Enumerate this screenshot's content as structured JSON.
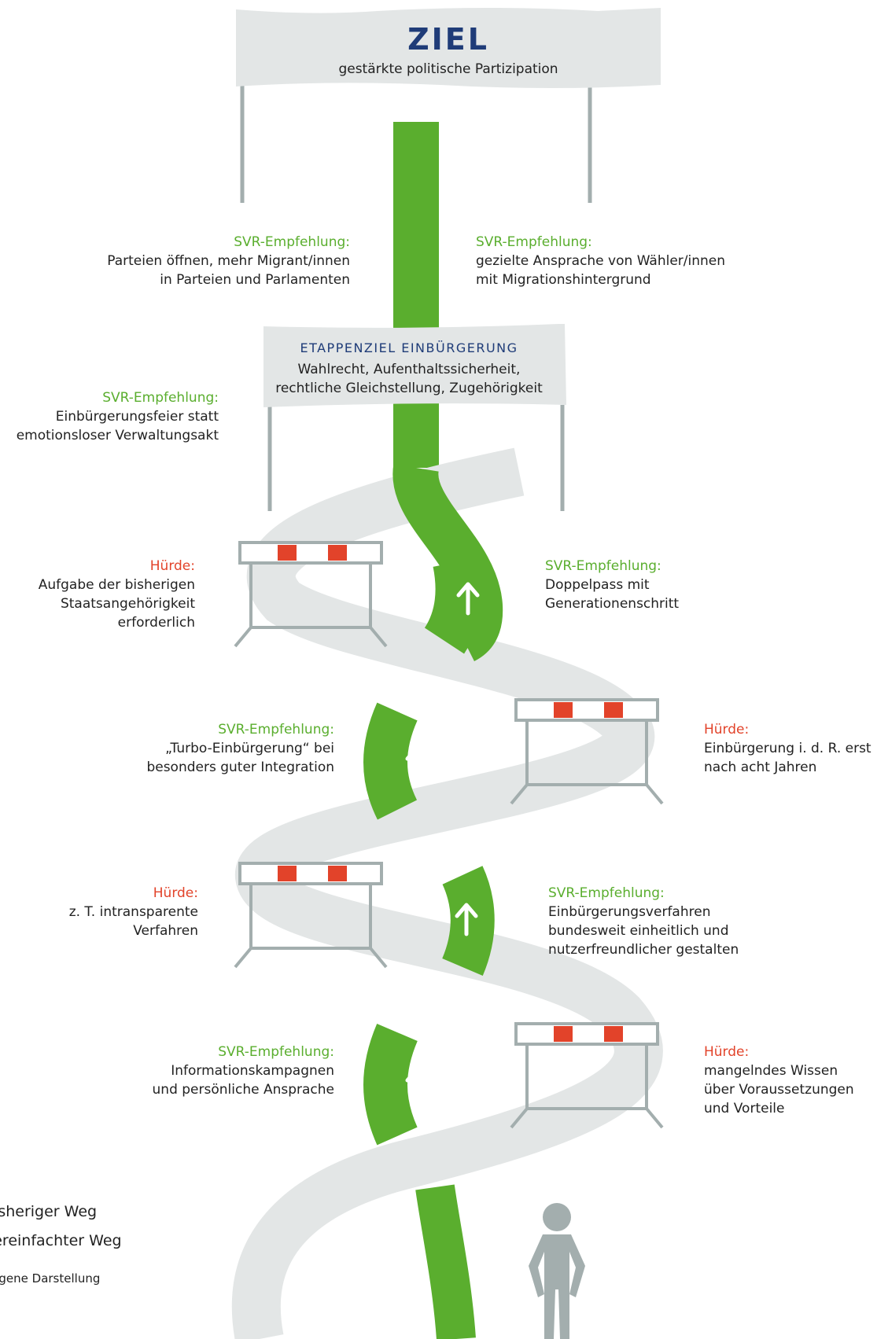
{
  "goal": {
    "title": "ZIEL",
    "subtitle": "gestärkte politische Partizipation"
  },
  "stage": {
    "title": "ETAPPENZIEL EINBÜRGERUNG",
    "subtitle": "Wahlrecht, Aufenthaltssicherheit,\nrechtliche Gleichstellung, Zugehörigkeit"
  },
  "labels": {
    "rec1": {
      "heading": "SVR-Empfehlung:",
      "text": "Parteien öffnen, mehr Migrant/innen\nin Parteien und Parlamenten"
    },
    "rec2": {
      "heading": "SVR-Empfehlung:",
      "text": "gezielte Ansprache von Wähler/innen\nmit Migrationshintergrund"
    },
    "rec3": {
      "heading": "SVR-Empfehlung:",
      "text": "Einbürgerungsfeier statt\nemotionsloser Verwaltungsakt"
    },
    "hurdle1": {
      "heading": "Hürde:",
      "text": "Aufgabe der bisherigen\nStaatsangehörigkeit\nerforderlich"
    },
    "rec4": {
      "heading": "SVR-Empfehlung:",
      "text": "Doppelpass mit\nGenerationenschritt"
    },
    "rec5": {
      "heading": "SVR-Empfehlung:",
      "text": "„Turbo-Einbürgerung“ bei\nbesonders guter Integration"
    },
    "hurdle2": {
      "heading": "Hürde:",
      "text": "Einbürgerung i. d. R. erst\nnach acht Jahren"
    },
    "hurdle3": {
      "heading": "Hürde:",
      "text": "z. T. intransparente\nVerfahren"
    },
    "rec6": {
      "heading": "SVR-Empfehlung:",
      "text": "Einbürgerungsverfahren\nbundesweit einheitlich und\nnutzerfreundlicher gestalten"
    },
    "rec7": {
      "heading": "SVR-Empfehlung:",
      "text": "Informationskampagnen\nund persönliche Ansprache"
    },
    "hurdle4": {
      "heading": "Hürde:",
      "text": "mangelndes Wissen\nüber Voraussetzungen\nund Vorteile"
    }
  },
  "legend": {
    "current": "bisheriger Weg",
    "simplified": "vereinfachter Weg"
  },
  "source": "eigene Darstellung",
  "colors": {
    "green": "#5aae2e",
    "gray_road": "#e3e6e6",
    "red": "#e2432a",
    "navy": "#1f3c78",
    "post": "#a3aeae"
  }
}
